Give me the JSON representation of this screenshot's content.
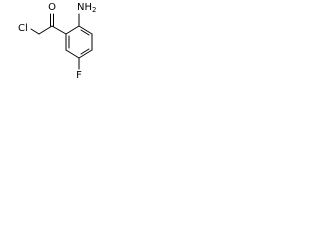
{
  "molecule": {
    "atoms": {
      "amine": "NH2",
      "amine_main": "NH",
      "amine_subscript": "2",
      "carbonyl_oxygen": "O",
      "chlorine": "Cl",
      "fluorine": "F"
    },
    "colors": {
      "bond": "#000000",
      "label": "#000000",
      "background": "#ffffff"
    }
  }
}
